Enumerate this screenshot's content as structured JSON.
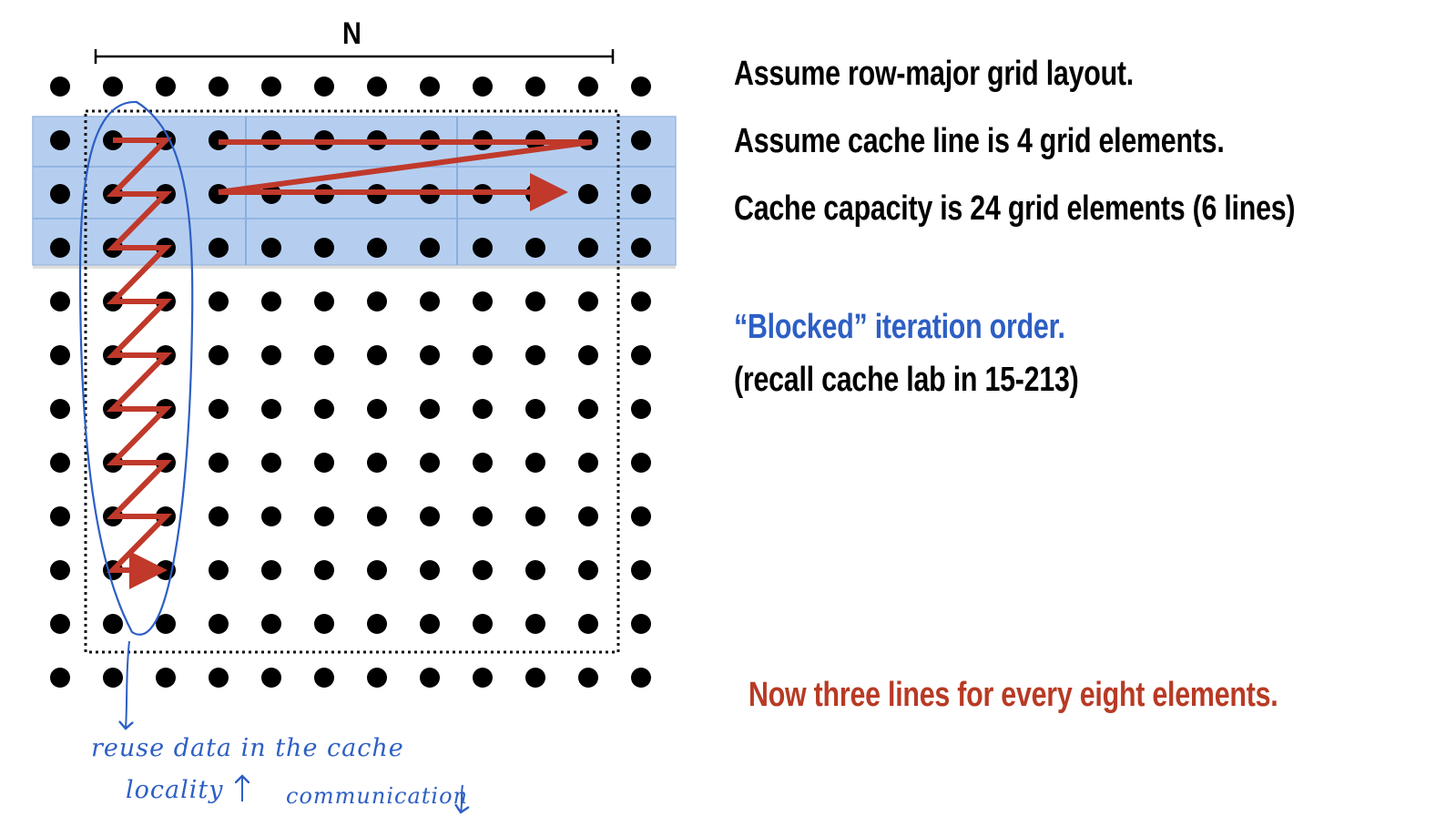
{
  "diagram": {
    "dimension_label": "N",
    "grid": {
      "rows": 12,
      "cols": 12,
      "cache_line_elements": 4
    },
    "highlighted_rows": [
      1,
      2,
      3
    ],
    "colors": {
      "dot": "#000000",
      "cache_highlight": "#a9c6ee",
      "cache_highlight_border": "#8aaede",
      "traversal_arrow": "#c0392b",
      "annotation": "#2d5fc4",
      "blocked_title": "#2d5fc4",
      "conclusion": "#b83a24"
    }
  },
  "notes": {
    "assumption_layout": "Assume row-major grid layout.",
    "assumption_cache_line": "Assume cache line is 4 grid elements.",
    "assumption_capacity": "Cache capacity is 24 grid elements (6 lines)",
    "blocked_title": "“Blocked” iteration order.",
    "recall": "(recall cache lab in 15-213)",
    "conclusion": "Now three lines for every eight elements."
  },
  "handwriting": {
    "reuse": "reuse data in the cache",
    "locality": "locality",
    "communication": "communication"
  }
}
